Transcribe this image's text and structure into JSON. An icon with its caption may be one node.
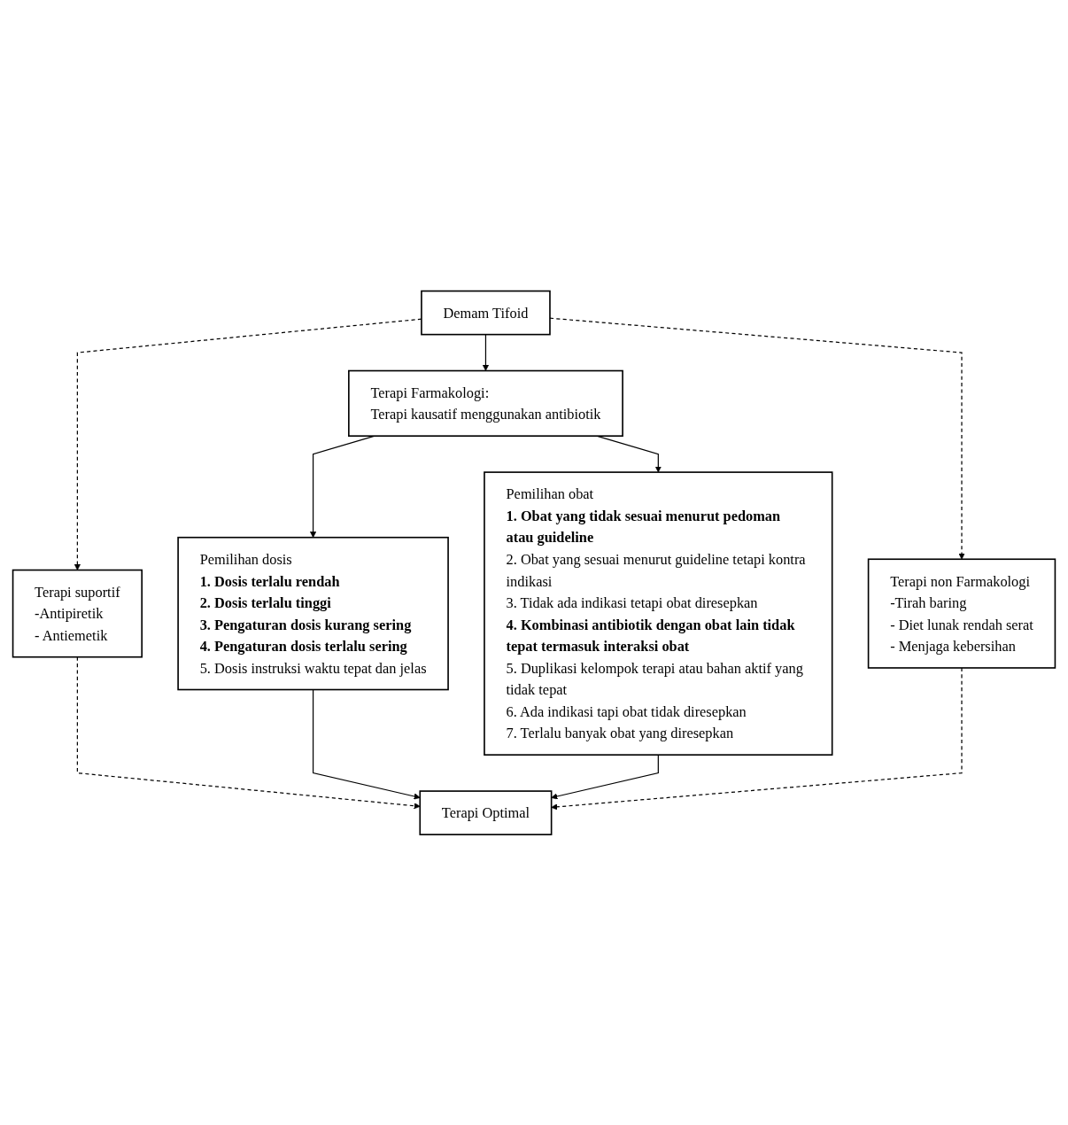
{
  "diagram": {
    "nodes": [
      {
        "text": [
          "Demam Tifoid"
        ]
      },
      {
        "text": [
          "Terapi suportif",
          "-Antipiretik",
          "- Antiemetik"
        ]
      },
      {
        "text": [
          "Terapi Farmakologi:",
          "Terapi kausatif menggunakan antibiotik"
        ]
      },
      {
        "text": [
          "Terapi non Farmakologi",
          "-Tirah baring",
          "- Diet lunak rendah serat",
          "- Menjaga kebersihan"
        ]
      },
      {
        "text": [
          "Pemilihan dosis",
          "1. Dosis terlalu rendah",
          "2. Dosis terlalu tinggi",
          "3. Pengaturan dosis kurang sering",
          "4. Pengaturan dosis terlalu sering",
          "5. Dosis instruksi waktu tepat dan jelas"
        ]
      },
      {
        "text": [
          "Pemilihan obat",
          "1. Obat yang tidak sesuai menurut pedoman atau guideline",
          "2. Obat yang sesuai menurut guideline tetapi kontra indikasi",
          "3. Tidak ada indikasi tetapi obat diresepkan",
          "4. Kombinasi antibiotik dengan obat lain tidak tepat termasuk interaksi obat",
          "5. Duplikasi kelompok terapi atau bahan aktif yang tidak tepat",
          "6. Ada indikasi tapi obat tidak diresepkan",
          "7. Terlalu banyak obat yang diresepkan"
        ]
      },
      {
        "text": [
          "Terapi Optimal"
        ]
      }
    ],
    "edges": [
      {
        "from": 0,
        "to": 1,
        "arrow": "to",
        "style": "dashed"
      },
      {
        "from": 0,
        "to": 2,
        "arrow": "to"
      },
      {
        "from": 0,
        "to": 3,
        "arrow": "to",
        "style": "dashed"
      },
      {
        "from": 2,
        "to": 4,
        "arrow": "to"
      },
      {
        "from": 2,
        "to": 5,
        "arrow": "to"
      },
      {
        "from": 1,
        "to": 6,
        "arrow": "to",
        "style": "dashed"
      },
      {
        "from": 4,
        "to": 6,
        "arrow": "to"
      },
      {
        "from": 5,
        "to": 6,
        "arrow": "to"
      },
      {
        "from": 3,
        "to": 6,
        "arrow": "to",
        "style": "dashed"
      }
    ]
  }
}
